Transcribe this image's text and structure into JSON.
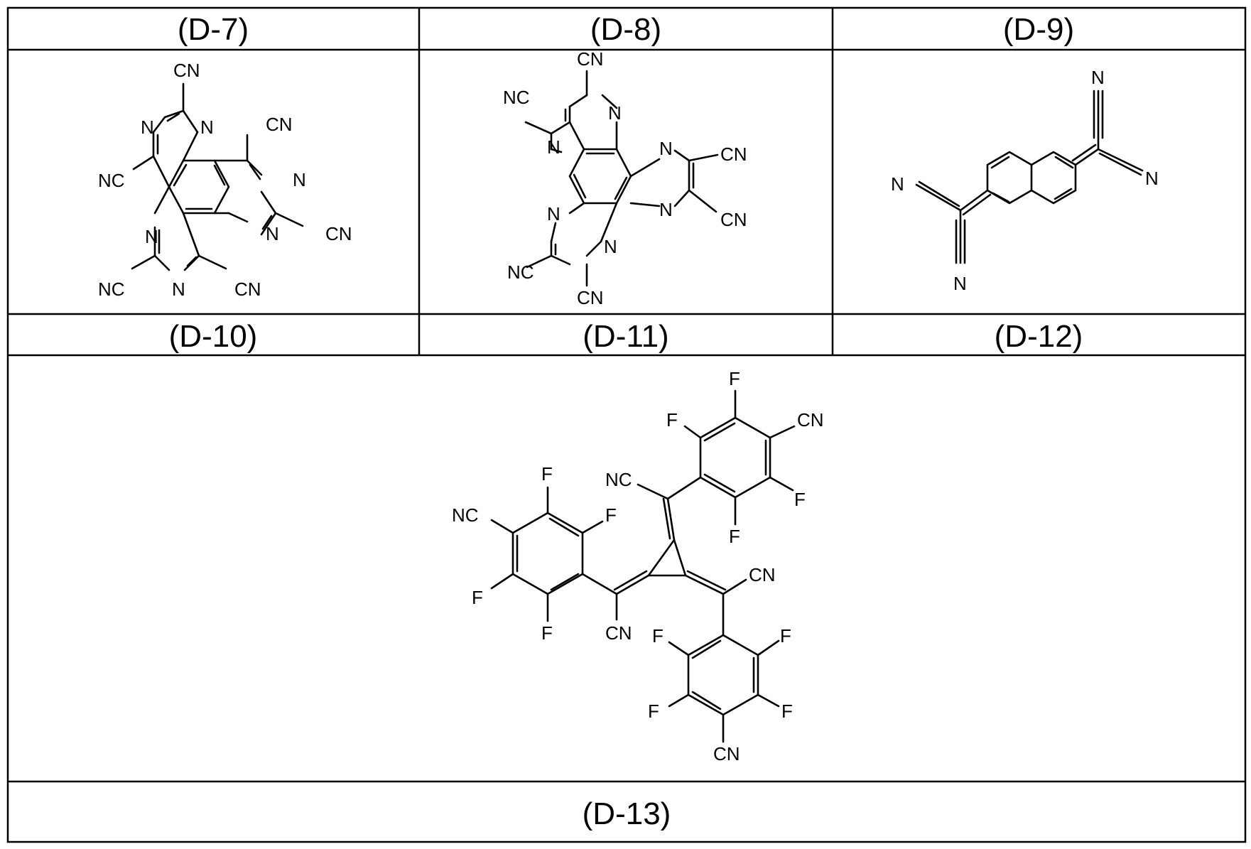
{
  "captions": {
    "d7": "(D-7)",
    "d8": "(D-8)",
    "d9": "(D-9)",
    "d10": "(D-10)",
    "d11": "(D-11)",
    "d12": "(D-12)",
    "d13": "(D-13)"
  },
  "atoms": {
    "cn": "CN",
    "nc": "NC",
    "n": "N",
    "f": "F"
  }
}
